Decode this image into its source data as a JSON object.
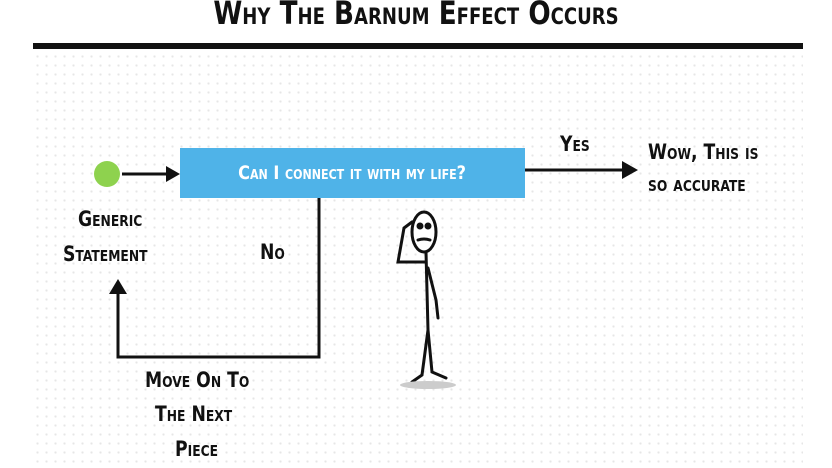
{
  "title": "Why The Barnum Effect Occurs",
  "question": "Can I connect it with my life?",
  "start_label": [
    "Generic",
    "Statement"
  ],
  "yes_label": "Yes",
  "no_label": "No",
  "yes_outcome": [
    "Wow, This is",
    "so accurate"
  ],
  "no_outcome": [
    "Move On To",
    "The Next",
    "Piece"
  ],
  "colors": {
    "box": "#4fb3e8",
    "start": "#8ed24e"
  }
}
